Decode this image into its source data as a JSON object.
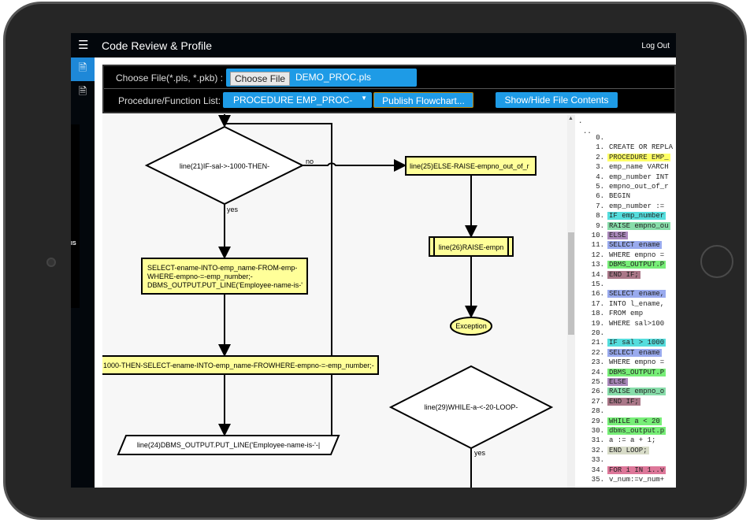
{
  "app": {
    "title": "Code Review & Profile",
    "logout": "Log Out",
    "tooltip_fragment": "IS"
  },
  "file": {
    "label": "Choose File(*.pls, *.pkb) :",
    "button": "Choose File",
    "filename": "DEMO_PROC.pls"
  },
  "proc": {
    "label": "Procedure/Function List:",
    "selected": "PROCEDURE EMP_PROC-",
    "publish": "Publish Flowchart...",
    "toggle": "Show/Hide File Contents"
  },
  "flow": {
    "d1": "line(21)IF-sal->-1000-THEN-",
    "no": "no",
    "yes1": "yes",
    "else_box": "line(25)ELSE-RAISE-empno_out_of_r",
    "raise_box": "line(26)RAISE-empn",
    "exception": "Exception",
    "select_box": [
      "SELECT-ename-INTO-emp_name-FROM-emp-",
      "WHERE-empno-=-emp_number;-",
      "DBMS_OUTPUT.PUT_LINE('Employee-name-is-'"
    ],
    "wide_box": "1000-THEN-SELECT-ename-INTO-emp_name-FROWHERE-empno-=-emp_number;-",
    "output": "line(24)DBMS_OUTPUT.PUT_LINE('Employee-name-is-'-|",
    "d2": "line(29)WHILE-a-<-20-LOOP-",
    "yes2": "yes"
  },
  "code": {
    "header": [
      ".",
      ".."
    ],
    "lines": [
      {
        "n": "0.",
        "t": "",
        "c": ""
      },
      {
        "n": "1.",
        "t": "CREATE OR REPLA",
        "c": ""
      },
      {
        "n": "2.",
        "t": "PROCEDURE EMP_",
        "c": "#ffff66"
      },
      {
        "n": "3.",
        "t": "emp_name VARCH",
        "c": ""
      },
      {
        "n": "4.",
        "t": "emp_number INT",
        "c": ""
      },
      {
        "n": "5.",
        "t": "empno_out_of_r",
        "c": ""
      },
      {
        "n": "6.",
        "t": "BEGIN",
        "c": ""
      },
      {
        "n": "7.",
        "t": "emp_number :=",
        "c": ""
      },
      {
        "n": "8.",
        "t": "IF emp_number",
        "c": "#55dddd"
      },
      {
        "n": "9.",
        "t": "RAISE empno_ou",
        "c": "#88ddaa"
      },
      {
        "n": "10.",
        "t": "ELSE",
        "c": "#aa88bb"
      },
      {
        "n": "11.",
        "t": "SELECT ename",
        "c": "#99aaee"
      },
      {
        "n": "12.",
        "t": "WHERE empno =",
        "c": ""
      },
      {
        "n": "13.",
        "t": "DBMS_OUTPUT.P",
        "c": "#77ee77"
      },
      {
        "n": "14.",
        "t": "END IF;",
        "c": "#aa7788"
      },
      {
        "n": "15.",
        "t": "",
        "c": ""
      },
      {
        "n": "16.",
        "t": "SELECT ename,",
        "c": "#99aaee"
      },
      {
        "n": "17.",
        "t": "INTO l_ename,",
        "c": ""
      },
      {
        "n": "18.",
        "t": "FROM emp",
        "c": ""
      },
      {
        "n": "19.",
        "t": "WHERE sal>100",
        "c": ""
      },
      {
        "n": "20.",
        "t": "",
        "c": ""
      },
      {
        "n": "21.",
        "t": "IF sal > 1000",
        "c": "#55dddd"
      },
      {
        "n": "22.",
        "t": "SELECT ename",
        "c": "#99aaee"
      },
      {
        "n": "23.",
        "t": "WHERE empno =",
        "c": ""
      },
      {
        "n": "24.",
        "t": "DBMS_OUTPUT.P",
        "c": "#77ee77"
      },
      {
        "n": "25.",
        "t": "ELSE",
        "c": "#aa88bb"
      },
      {
        "n": "26.",
        "t": "RAISE empno_o",
        "c": "#88ddaa"
      },
      {
        "n": "27.",
        "t": "END IF;",
        "c": "#aa7788"
      },
      {
        "n": "28.",
        "t": "",
        "c": ""
      },
      {
        "n": "29.",
        "t": "WHILE a < 20",
        "c": "#77ee77"
      },
      {
        "n": "30.",
        "t": "dbms_output.p",
        "c": "#77ee77"
      },
      {
        "n": "31.",
        "t": "a := a + 1;",
        "c": ""
      },
      {
        "n": "32.",
        "t": "END LOOP;",
        "c": "#d8dcc8"
      },
      {
        "n": "33.",
        "t": "",
        "c": ""
      },
      {
        "n": "34.",
        "t": "FOR i IN 1..v",
        "c": "#dd7799"
      },
      {
        "n": "35.",
        "t": "v_num:=v_num+",
        "c": ""
      }
    ]
  },
  "colors": {
    "accent": "#1e9be6",
    "node": "#ffff99",
    "topbar": "#03070c"
  }
}
